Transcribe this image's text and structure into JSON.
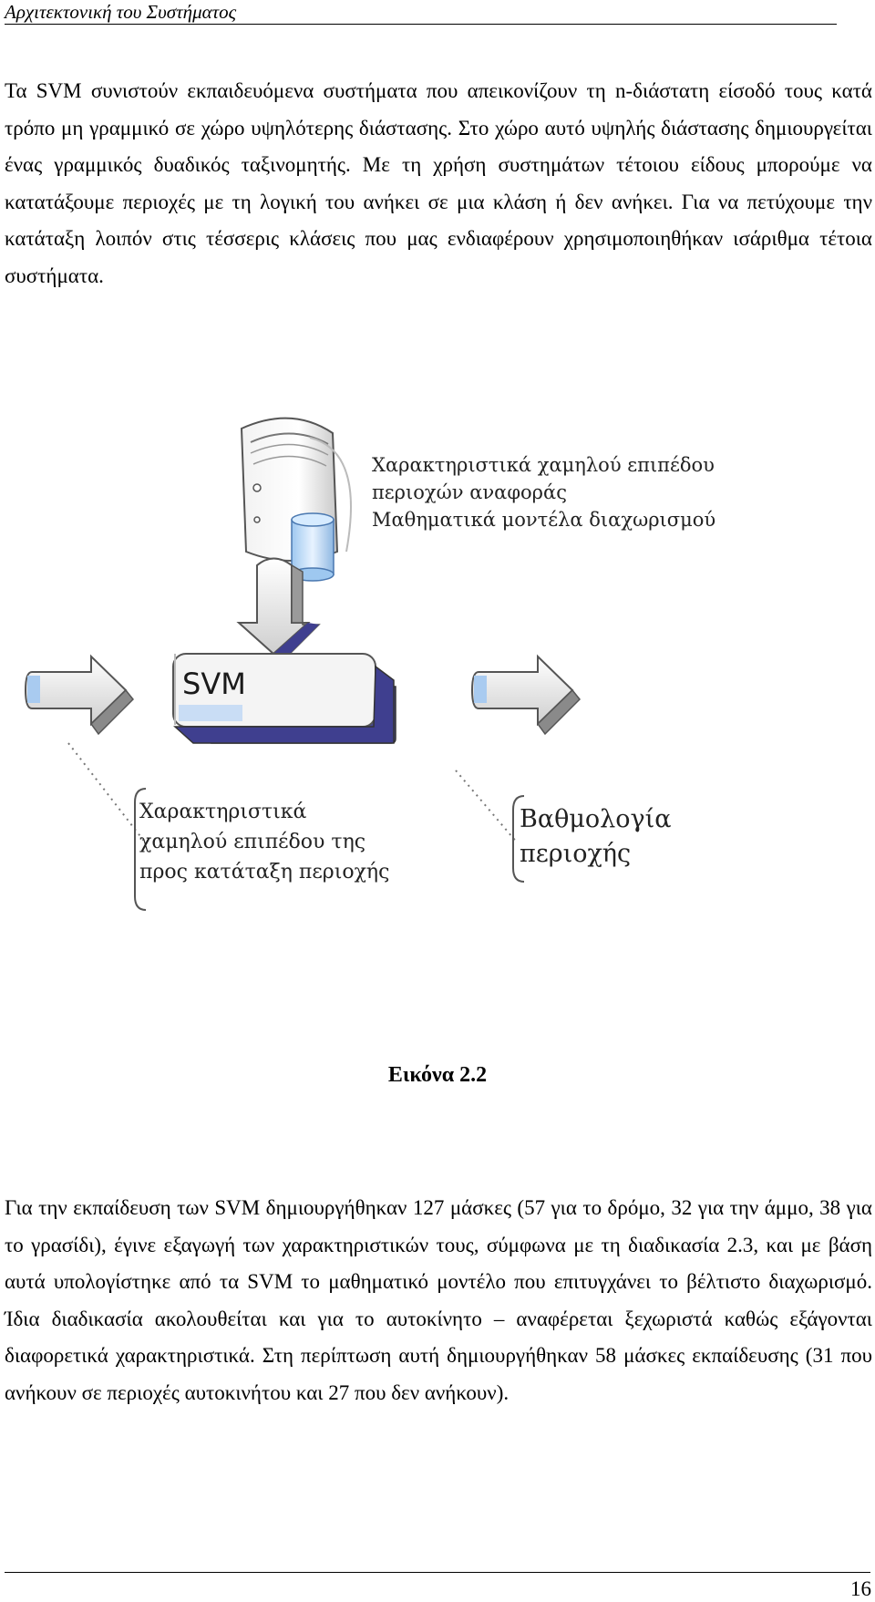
{
  "header": {
    "title": "Αρχιτεκτονική του Συστήματος"
  },
  "paragraph1": "Τα SVM συνιστούν εκπαιδευόμενα συστήματα που απεικονίζουν τη n-διάστατη είσοδό τους κατά τρόπο μη γραμμικό σε χώρο υψηλότερης διάστασης. Στο χώρο αυτό υψηλής διάστασης δημιουργείται ένας γραμμικός δυαδικός ταξινομητής. Με τη χρήση συστημάτων τέτοιου είδους μπορούμε να κατατάξουμε περιοχές με τη λογική του ανήκει σε μια κλάση ή δεν ανήκει. Για να πετύχουμε την κατάταξη λοιπόν στις τέσσερις κλάσεις που μας ενδιαφέρουν χρησιμοποιηθήκαν ισάριθμα τέτοια συστήματα.",
  "figure": {
    "db_label_line1": "Χαρακτηριστικά χαμηλού επιπέδου",
    "db_label_line2": "περιοχών αναφοράς",
    "db_label_line3": "Μαθηματικά μοντέλα διαχωρισμού",
    "svm_label": "SVM",
    "input_label_line1": "Χαρακτηριστικά",
    "input_label_line2": "χαμηλού επιπέδου της",
    "input_label_line3": "προς κατάταξη περιοχής",
    "output_label_line1": "Βαθμολογία",
    "output_label_line2": "περιοχής"
  },
  "caption": "Εικόνα 2.2",
  "paragraph2": "Για την εκπαίδευση των SVM δημιουργήθηκαν 127 μάσκες (57 για το δρόμο, 32 για την άμμο, 38 για το γρασίδι), έγινε εξαγωγή των χαρακτηριστικών τους, σύμφωνα με τη διαδικασία 2.3, και με βάση αυτά υπολογίστηκε από τα SVM το μαθηματικό μοντέλο που επιτυγχάνει το βέλτιστο διαχωρισμό. Ίδια διαδικασία ακολουθείται και για το αυτοκίνητο – αναφέρεται ξεχωριστά καθώς εξάγονται διαφορετικά χαρακτηριστικά. Στη περίπτωση αυτή δημιουργήθηκαν 58 μάσκες εκπαίδευσης (31 που ανήκουν σε περιοχές αυτοκινήτου και 27 που δεν ανήκουν).",
  "page_number": "16"
}
